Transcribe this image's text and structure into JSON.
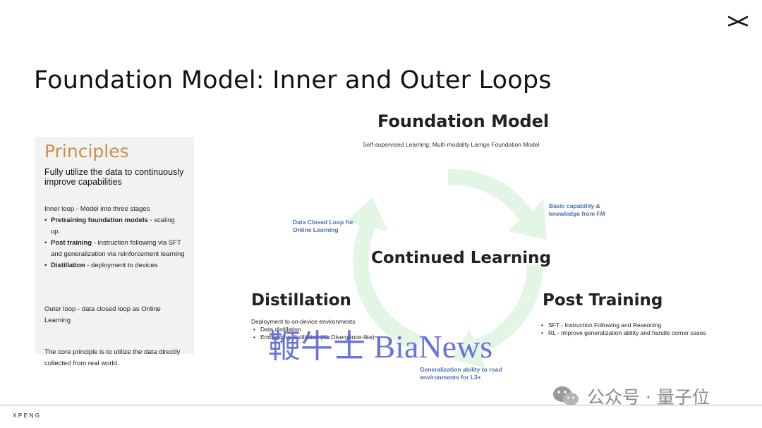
{
  "slide": {
    "title": "Foundation Model: Inner and Outer Loops",
    "brand": "XPENG"
  },
  "principles": {
    "heading": "Principles",
    "subheading": "Fully utilize the data to continuously improve capabilities",
    "inner_loop_title": "Inner loop - Model into three stages",
    "stages": [
      {
        "bold": "Pretraining  foundation models",
        "rest": " - scaling up."
      },
      {
        "bold": "Post training",
        "rest": " - instruction following via SFT and generalization via reinforcement learning"
      },
      {
        "bold": "Distillation",
        "rest": " - deployment to devices"
      }
    ],
    "outer_loop": "Outer loop - data closed loop as Online Learning",
    "core": "The core principle is to utilize the data directly collected from real world."
  },
  "diagram": {
    "foundation_title": "Foundation Model",
    "foundation_subtitle": "Self-supervised Learning; Multi-modality Larnge Foundation Model",
    "center_title": "Continued Learning",
    "label_basic": "Basic capability & knowledge from FM",
    "label_data_closed_loop": "Data Closed Loop for Online Learning",
    "label_generalization": "Generalization ability to road environments for L3+",
    "distillation": {
      "title": "Distillation",
      "desc": "Deployment to on-device environments",
      "items": [
        "Data distillation",
        "Embedding distillation (KL Divergence-like)"
      ]
    },
    "post_training": {
      "title": "Post Training",
      "items": [
        "SFT - Instruction Following and Reasoning",
        "RL - Improve generalization ability and handle corner cases"
      ]
    }
  },
  "watermarks": {
    "bianews": "鞭牛士 BiaNews",
    "account": "公众号 · 量子位"
  },
  "colors": {
    "accent_principles": "#cc8f4a",
    "label_blue": "#4a6fa8",
    "cycle_green": "#e3f6e6",
    "watermark_blue": "#5560d8"
  }
}
